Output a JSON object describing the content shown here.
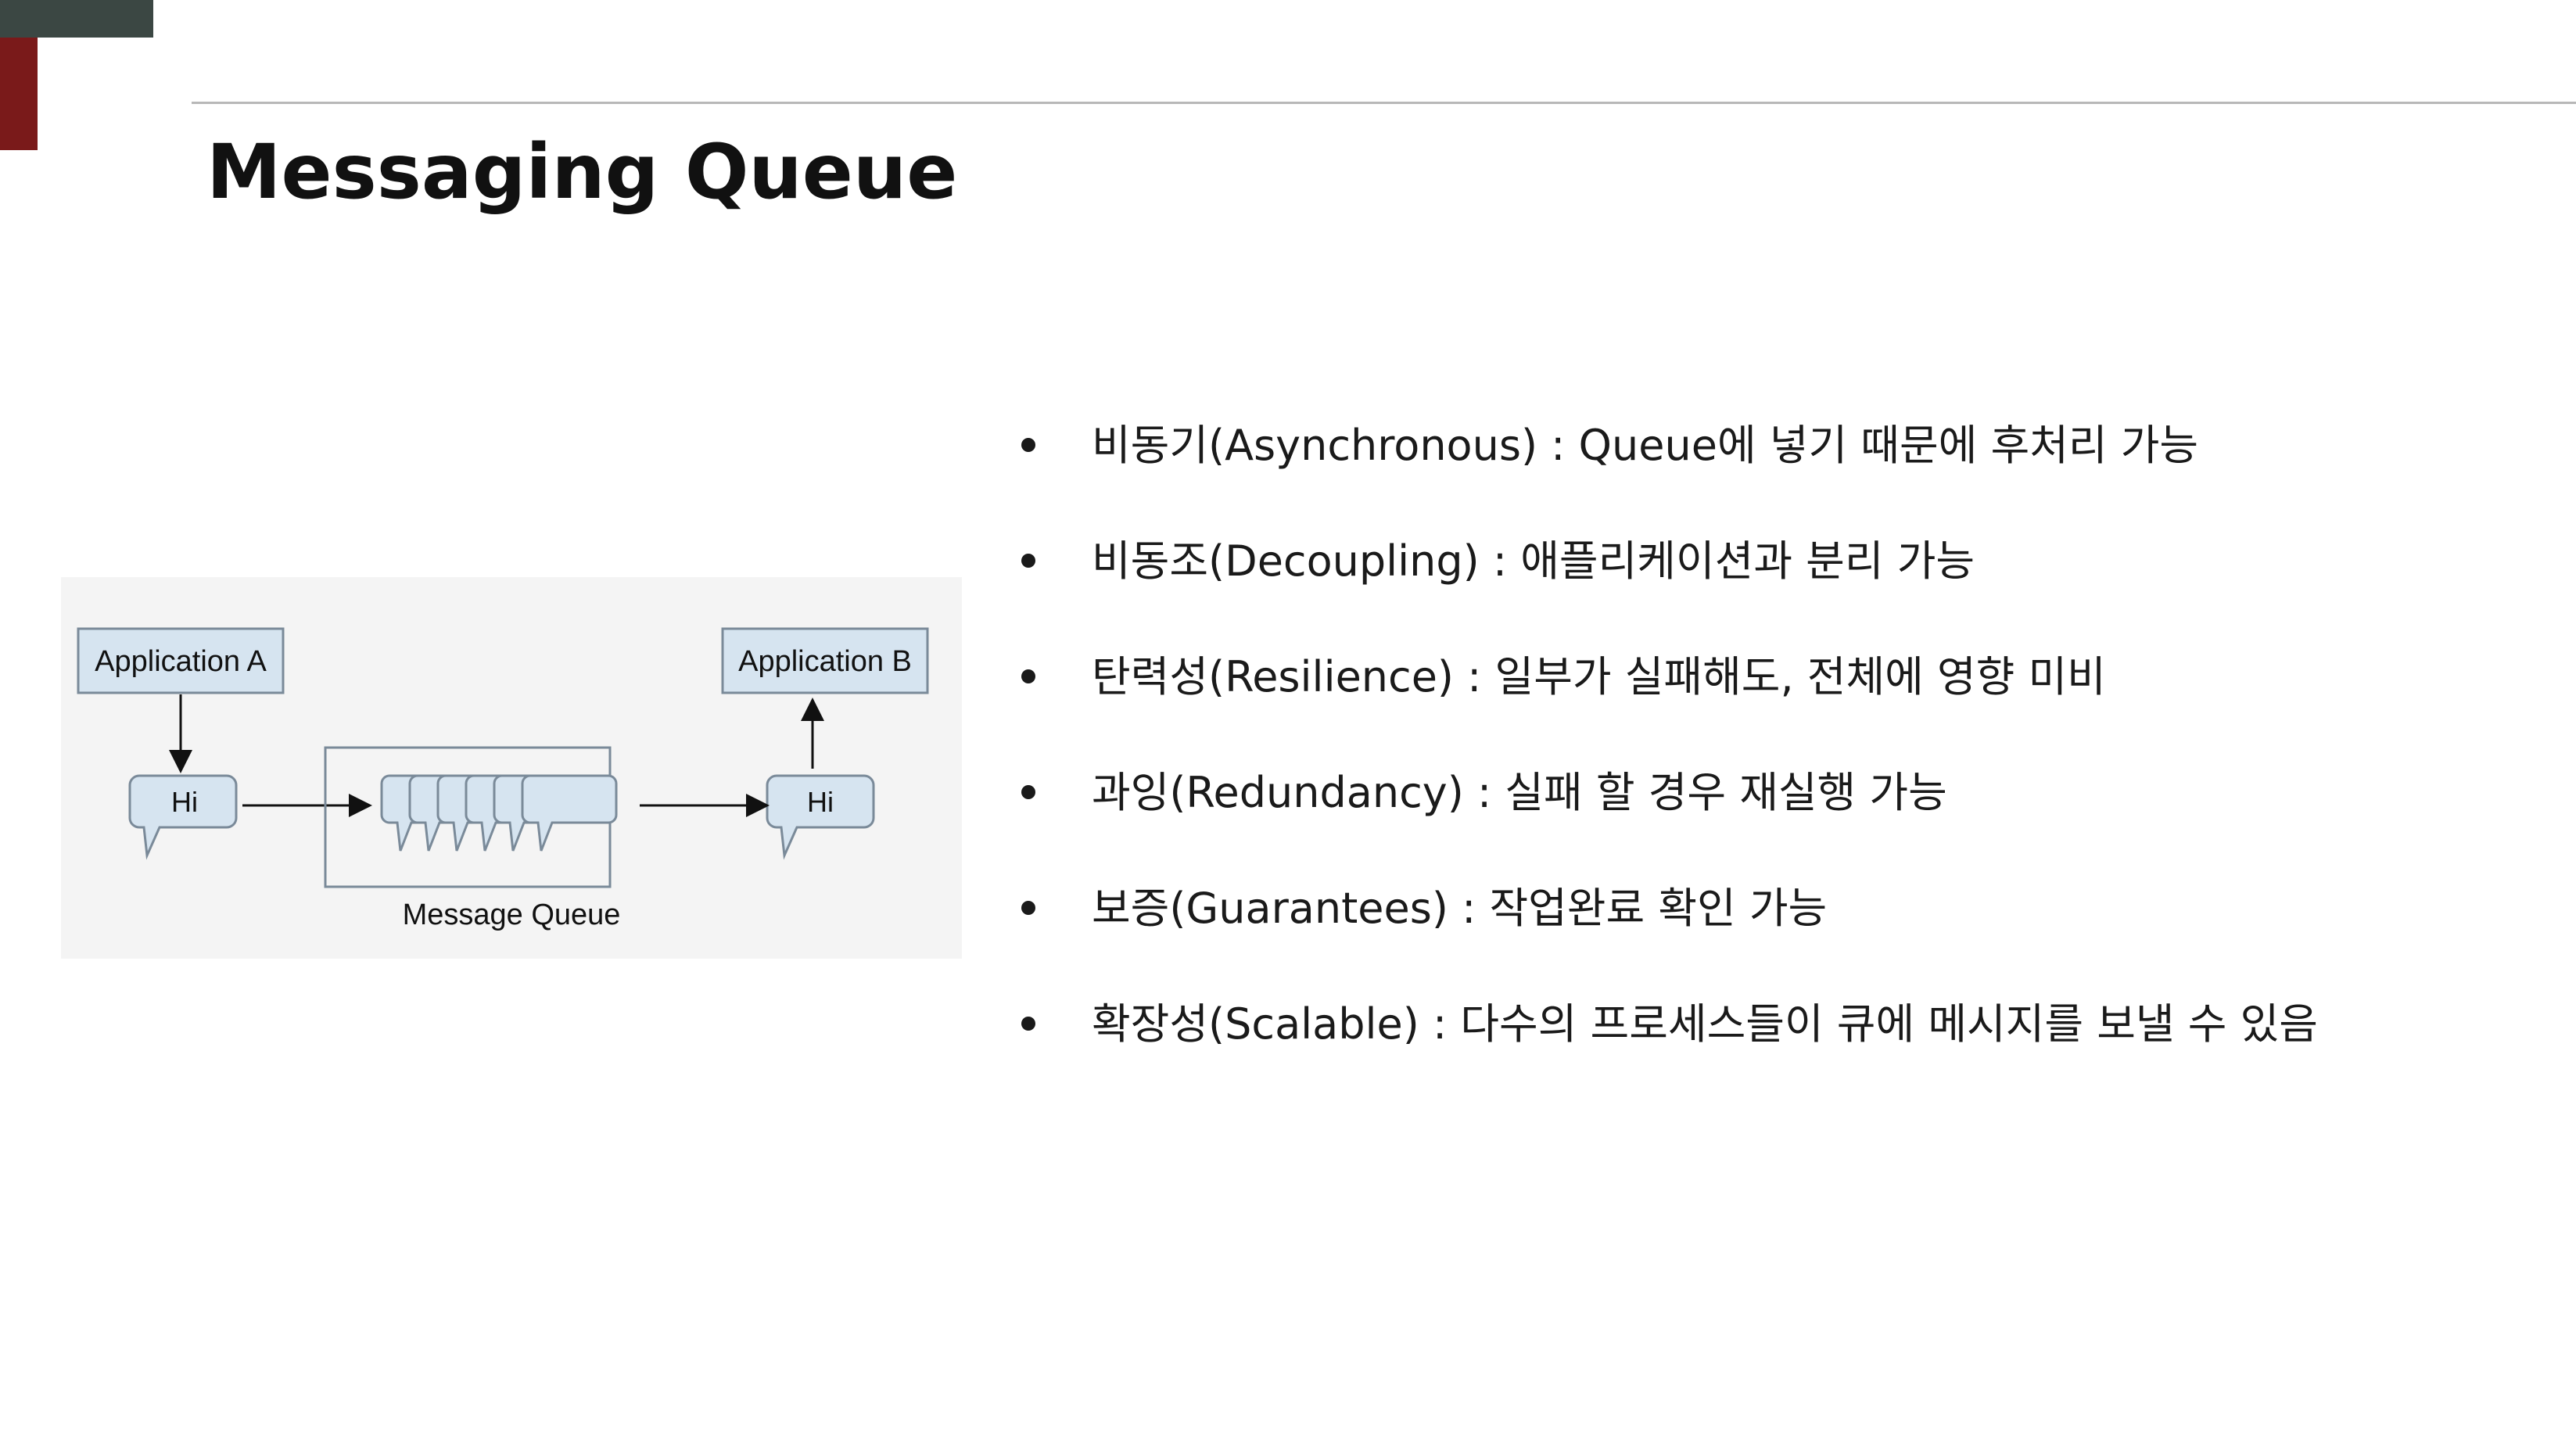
{
  "slide": {
    "title": "Messaging Queue"
  },
  "diagram": {
    "app_a_label": "Application A",
    "app_b_label": "Application B",
    "message_a": "Hi",
    "message_b": "Hi",
    "queue_label": "Message Queue"
  },
  "bullets": [
    "비동기(Asynchronous) : Queue에 넣기 때문에 후처리 가능",
    "비동조(Decoupling) : 애플리케이션과 분리 가능",
    "탄력성(Resilience) : 일부가 실패해도, 전체에 영향 미비",
    "과잉(Redundancy) : 실패 할 경우 재실행 가능",
    "보증(Guarantees) : 작업완료 확인 가능",
    "확장성(Scalable) : 다수의 프로세스들이 큐에 메시지를 보낼 수 있음"
  ],
  "colors": {
    "accent_dark": "#3b4743",
    "accent_red": "#7a1a1a",
    "box_fill": "#d6e4f0",
    "box_stroke": "#7a8a99"
  }
}
